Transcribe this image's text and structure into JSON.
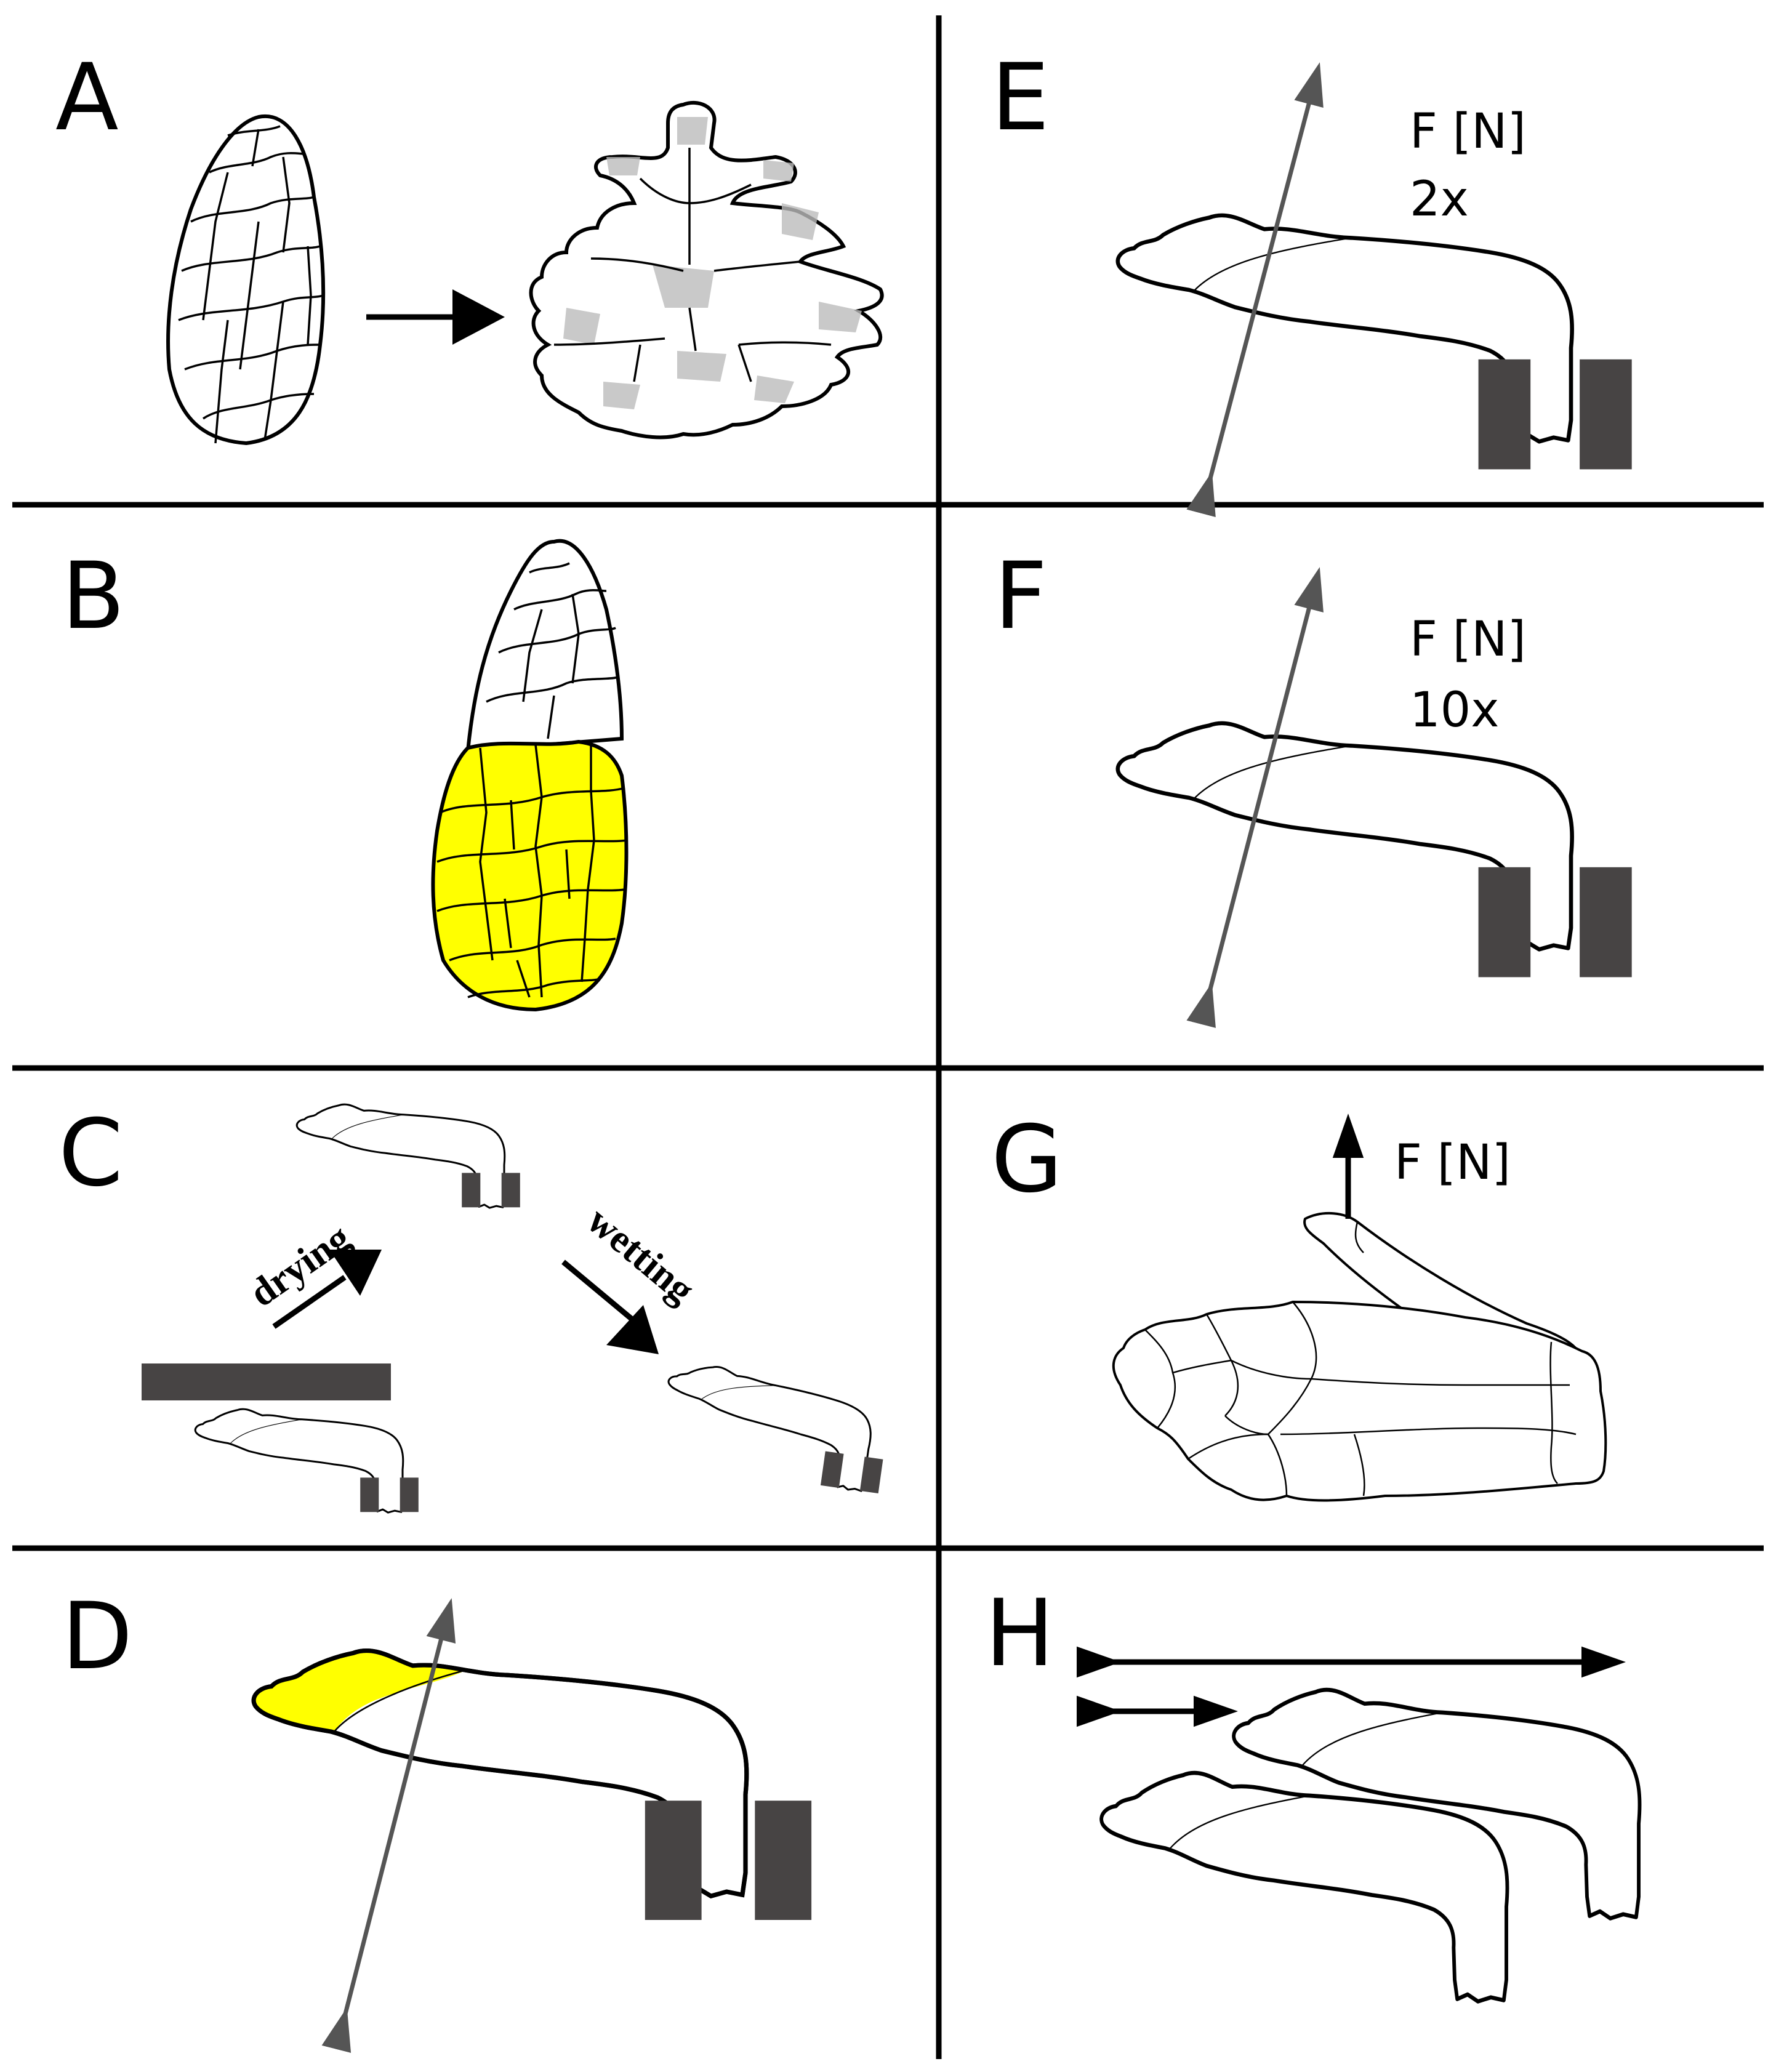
{
  "figure": {
    "panels": [
      {
        "letter": "A"
      },
      {
        "letter": "B"
      },
      {
        "letter": "C",
        "labels": {
          "drying": "drying",
          "wetting": "wetting"
        }
      },
      {
        "letter": "D"
      },
      {
        "letter": "E",
        "force_label": "F [N]",
        "multiplier": "2x"
      },
      {
        "letter": "F",
        "force_label": "F [N]",
        "multiplier": "10x"
      },
      {
        "letter": "G",
        "force_label": "F [N]"
      },
      {
        "letter": "H"
      }
    ],
    "colors": {
      "highlight_yellow": "#ffff00",
      "clamp_gray": "#474444",
      "force_arrow_gray": "#555555",
      "divider_black": "#000000"
    }
  }
}
